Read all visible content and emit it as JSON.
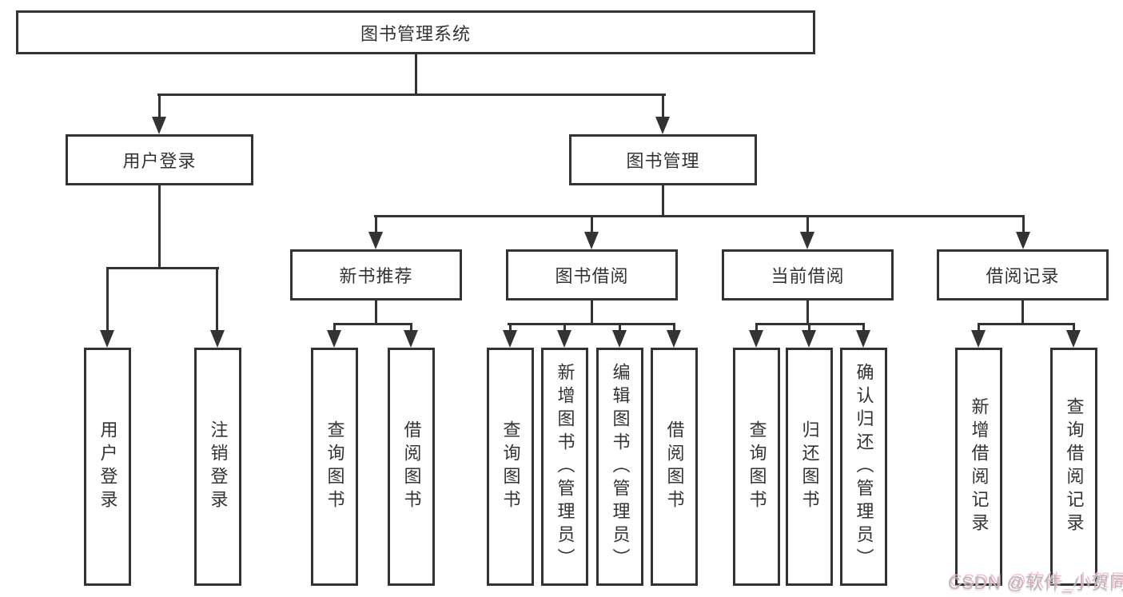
{
  "diagram": {
    "title_root": "图书管理系统",
    "level2": {
      "user_login": "用户登录",
      "book_management": "图书管理"
    },
    "level3": {
      "new_book_recommend": "新书推荐",
      "book_borrowing": "图书借阅",
      "current_borrowing": "当前借阅",
      "borrowing_records": "借阅记录"
    },
    "leaves": {
      "user_login": "用户登录",
      "logout": "注销登录",
      "recommend_query_books": "查询图书",
      "recommend_borrow_books": "借阅图书",
      "borrowing_query_books": "查询图书",
      "borrowing_add_books": "新增图书（管理员）",
      "borrowing_edit_books": "编辑图书（管理员）",
      "borrowing_borrow_books": "借阅图书",
      "current_query_books": "查询图书",
      "current_return_books": "归还图书",
      "current_confirm_return": "确认归还（管理员）",
      "records_add_record": "新增借阅记录",
      "records_query_record": "查询借阅记录"
    },
    "watermark": "CSDN @软件_小贺同学",
    "colors": {
      "line": "#333333",
      "background": "#ffffff",
      "watermark_gray": "#b3b8bd",
      "watermark_pink": "#f6b6c3"
    }
  }
}
